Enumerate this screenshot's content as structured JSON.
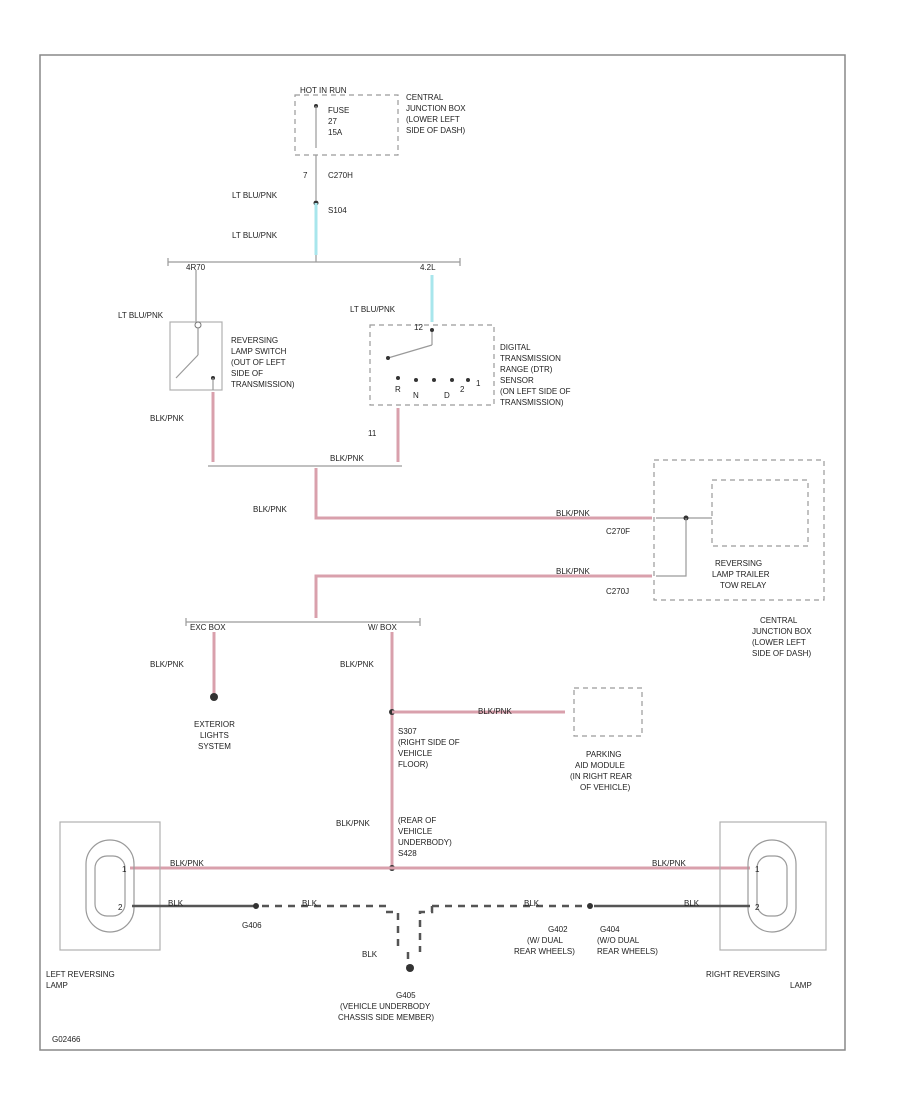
{
  "diagram": {
    "code": "G02466",
    "power": {
      "hot": "HOT IN RUN",
      "fuse": [
        "FUSE",
        "27",
        "15A"
      ],
      "junction": [
        "CENTRAL",
        "JUNCTION BOX",
        "(LOWER LEFT",
        "SIDE OF DASH)"
      ],
      "c": "C270H",
      "s": "S104"
    },
    "wires": {
      "lt_blu_pnk": "LT BLU/PNK",
      "blk_pnk": "BLK/PNK",
      "blk": "BLK"
    },
    "splits": {
      "left": "4R70",
      "right": "4.2L",
      "left2": "EXC BOX",
      "right2": "W/ BOX"
    },
    "reversing_switch": [
      "REVERSING",
      "LAMP SWITCH",
      "(OUT OF LEFT",
      "SIDE OF",
      "TRANSMISSION)"
    ],
    "dtr_sensor": [
      "DIGITAL",
      "TRANSMISSION",
      "RANGE (DTR)",
      "SENSOR",
      "(ON LEFT SIDE OF",
      "TRANSMISSION)"
    ],
    "dtr_gears": [
      "R",
      "N",
      "D",
      "2",
      "1"
    ],
    "dtr_pin": "11",
    "trailer_relay": [
      "REVERSING",
      "LAMP TRAILER",
      "TOW RELAY"
    ],
    "junction2": [
      "CENTRAL",
      "JUNCTION BOX",
      "(LOWER LEFT",
      "SIDE OF DASH)"
    ],
    "c270f": "C270F",
    "c270j": "C270J",
    "exterior": [
      "EXTERIOR",
      "LIGHTS",
      "SYSTEM"
    ],
    "s307": [
      "S307",
      "(RIGHT SIDE OF",
      "VEHICLE",
      "FLOOR)"
    ],
    "parking_aid": [
      "PARKING",
      "AID MODULE",
      "(IN RIGHT REAR",
      "OF VEHICLE)"
    ],
    "s428": [
      "(REAR OF",
      "VEHICLE",
      "UNDERBODY)",
      "S428"
    ],
    "g406_left": "G406",
    "g402": [
      "G402",
      "(W/ DUAL",
      "REAR WHEELS)"
    ],
    "g404": [
      "G404",
      "(W/O DUAL",
      "REAR WHEELS)"
    ],
    "g405": [
      "G405",
      "(VEHICLE UNDERBODY",
      "CHASSIS SIDE MEMBER)"
    ],
    "blk_gnd": "BLK",
    "left_lamp": [
      "LEFT REVERSING",
      "LAMP"
    ],
    "right_lamp": [
      "RIGHT REVERSING",
      "LAMP"
    ],
    "lamp_pins": [
      "1",
      "2"
    ]
  }
}
